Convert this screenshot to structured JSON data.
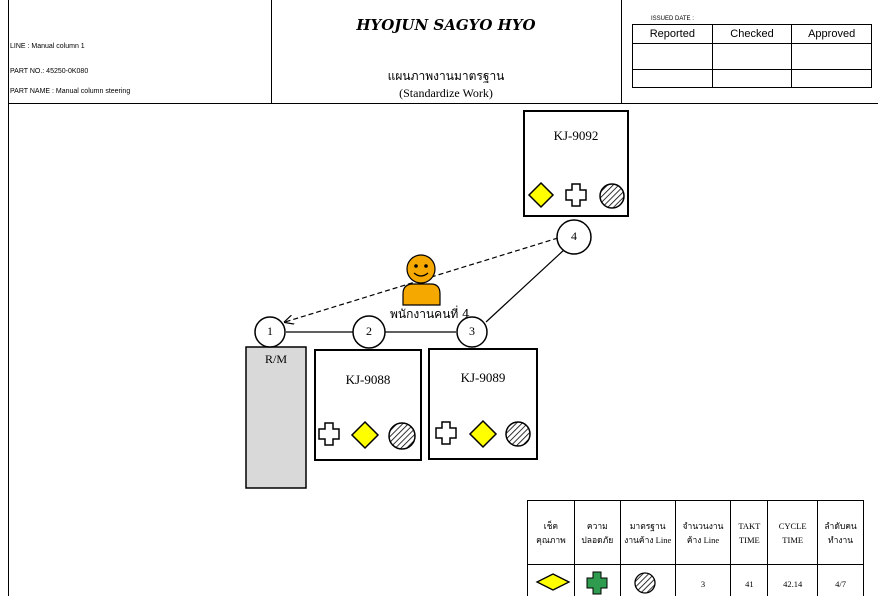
{
  "header": {
    "line": "LINE : Manual column 1",
    "part_no": "PART NO.: 45250-0K080",
    "part_name": "PART NAME : Manual column steering",
    "title": "HYOJUN SAGYO HYO",
    "subtitle_thai": "แผนภาพงานมาตรฐาน",
    "subtitle_en": "(Standardize Work)",
    "issued_date": "ISSUED DATE :",
    "sign_headers": [
      "Reported",
      "Checked",
      "Approved"
    ]
  },
  "layout": {
    "machines": [
      {
        "id": "KJ-9092",
        "label": "KJ-9092",
        "symbols": [
          "quality-diamond",
          "safety-cross",
          "standard-wip-circle"
        ]
      },
      {
        "id": "KJ-9088",
        "label": "KJ-9088",
        "symbols": [
          "safety-cross",
          "quality-diamond",
          "standard-wip-circle"
        ]
      },
      {
        "id": "KJ-9089",
        "label": "KJ-9089",
        "symbols": [
          "safety-cross",
          "quality-diamond",
          "standard-wip-circle"
        ]
      }
    ],
    "raw_material": "R/M",
    "steps": [
      "1",
      "2",
      "3",
      "4"
    ],
    "operator_label": "พนักงานคนที่ 4"
  },
  "legend": {
    "headers": [
      [
        "เช็ค",
        "คุณภาพ"
      ],
      [
        "ความ",
        "ปลอดภัย"
      ],
      [
        "มาตรฐาน",
        "งานค้าง Line"
      ],
      [
        "จำนวนงาน",
        "ค้าง Line"
      ],
      [
        "TAKT",
        "TIME"
      ],
      [
        "CYCLE",
        "TIME"
      ],
      [
        "ลำดับคน",
        "ทำงาน"
      ]
    ],
    "values": {
      "wip_count": "3",
      "takt_time": "41",
      "cycle_time": "42.14",
      "operator_order": "4/7"
    }
  },
  "colors": {
    "quality": "#ffff00",
    "safety": "#2e9b4e",
    "rm_fill": "#d9d9d9",
    "operator": "#f5a800"
  }
}
